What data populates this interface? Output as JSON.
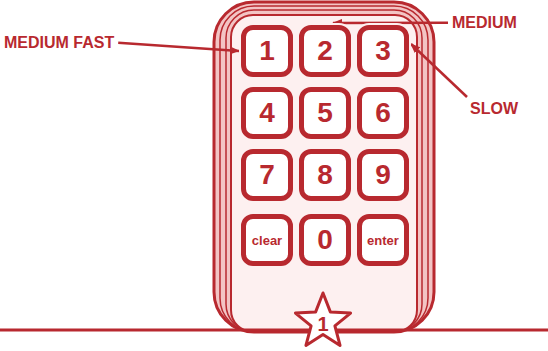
{
  "diagram": {
    "nodes": [
      {
        "text": [
          "1"
        ]
      },
      {
        "text": [
          "2"
        ]
      },
      {
        "text": [
          "3"
        ]
      },
      {
        "text": [
          "4"
        ]
      },
      {
        "text": [
          "5"
        ]
      },
      {
        "text": [
          "6"
        ]
      },
      {
        "text": [
          "7"
        ]
      },
      {
        "text": [
          "8"
        ]
      },
      {
        "text": [
          "9"
        ]
      },
      {
        "text": [
          "clear"
        ]
      },
      {
        "text": [
          "0"
        ]
      },
      {
        "text": [
          "enter"
        ]
      },
      {
        "text": [
          "1"
        ]
      }
    ],
    "labels": [
      "MEDIUM FAST",
      "MEDIUM",
      "SLOW"
    ]
  }
}
